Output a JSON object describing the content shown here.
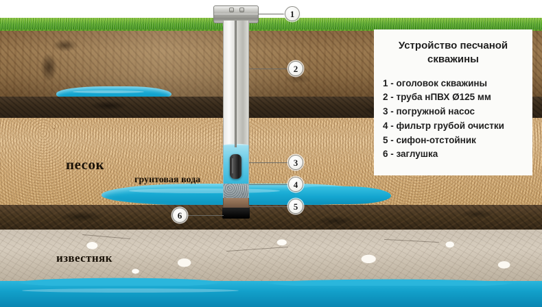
{
  "legend": {
    "title_line1": "Устройство песчаной",
    "title_line2": "скважины",
    "items": [
      "1 - оголовок скважины",
      "2 - труба нПВХ Ø125 мм",
      "3 - погружной насос",
      "4 - фильтр грубой очистки",
      "5 - сифон-отстойник",
      "6 - заглушка"
    ]
  },
  "callouts": [
    {
      "number": "1",
      "target": "wellhead-cap"
    },
    {
      "number": "2",
      "target": "casing-pipe"
    },
    {
      "number": "3",
      "target": "submersible-pump"
    },
    {
      "number": "4",
      "target": "coarse-filter"
    },
    {
      "number": "5",
      "target": "siphon-settler"
    },
    {
      "number": "6",
      "target": "bottom-plug"
    }
  ],
  "strata_labels": {
    "sand": "песок",
    "groundwater": "грунтовая вода",
    "limestone": "известняк"
  },
  "colors": {
    "grass": "#5aa82b",
    "topsoil": "#9b7a50",
    "sand": "#e4c496",
    "dark_clay": "#47361f",
    "limestone": "#d6ccbd",
    "water": "#17a9d2",
    "casing": "#d3d3ce",
    "pump": "#2b2b2b",
    "panel": "#fbfbf9"
  }
}
